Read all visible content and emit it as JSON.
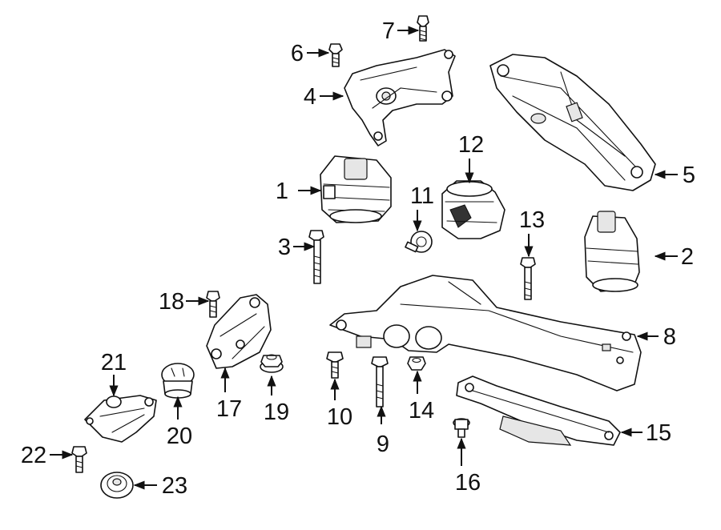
{
  "labels": {
    "c1": "1",
    "c2": "2",
    "c3": "3",
    "c4": "4",
    "c5": "5",
    "c6": "6",
    "c7": "7",
    "c8": "8",
    "c9": "9",
    "c10": "10",
    "c11": "11",
    "c12": "12",
    "c13": "13",
    "c14": "14",
    "c15": "15",
    "c16": "16",
    "c17": "17",
    "c18": "18",
    "c19": "19",
    "c20": "20",
    "c21": "21",
    "c22": "22",
    "c23": "23"
  }
}
